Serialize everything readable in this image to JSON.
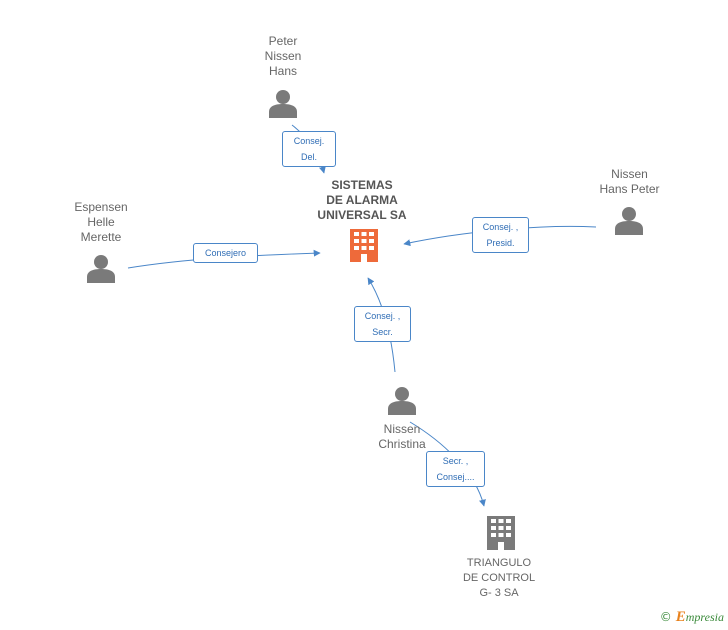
{
  "nodes": {
    "center": {
      "label": "SISTEMAS\nDE ALARMA\nUNIVERSAL SA"
    },
    "peter": {
      "label": "Peter\nNissen\nHans"
    },
    "espensen": {
      "label": "Espensen\nHelle\nMerette"
    },
    "nissen_hp": {
      "label": "Nissen\nHans Peter"
    },
    "christina": {
      "label": "Nissen\nChristina"
    },
    "triangulo": {
      "label": "TRIANGULO\nDE CONTROL\nG- 3 SA"
    }
  },
  "edges": {
    "peter_center": "Consej.\nDel.",
    "espensen_center": "Consejero",
    "nissen_hp_center": "Consej. ,\nPresid.",
    "christina_center": "Consej. ,\nSecr.",
    "christina_triangulo": "Secr. ,\nConsej...."
  },
  "colors": {
    "edge": "#4a86c8",
    "person_icon": "#7a7a7a",
    "center_icon": "#ee6a3a",
    "company_icon": "#7a7a7a"
  },
  "icons": {
    "person": "person-icon",
    "company": "building-icon"
  },
  "brand": {
    "copyright": "©",
    "initial": "E",
    "name": "mpresia"
  }
}
